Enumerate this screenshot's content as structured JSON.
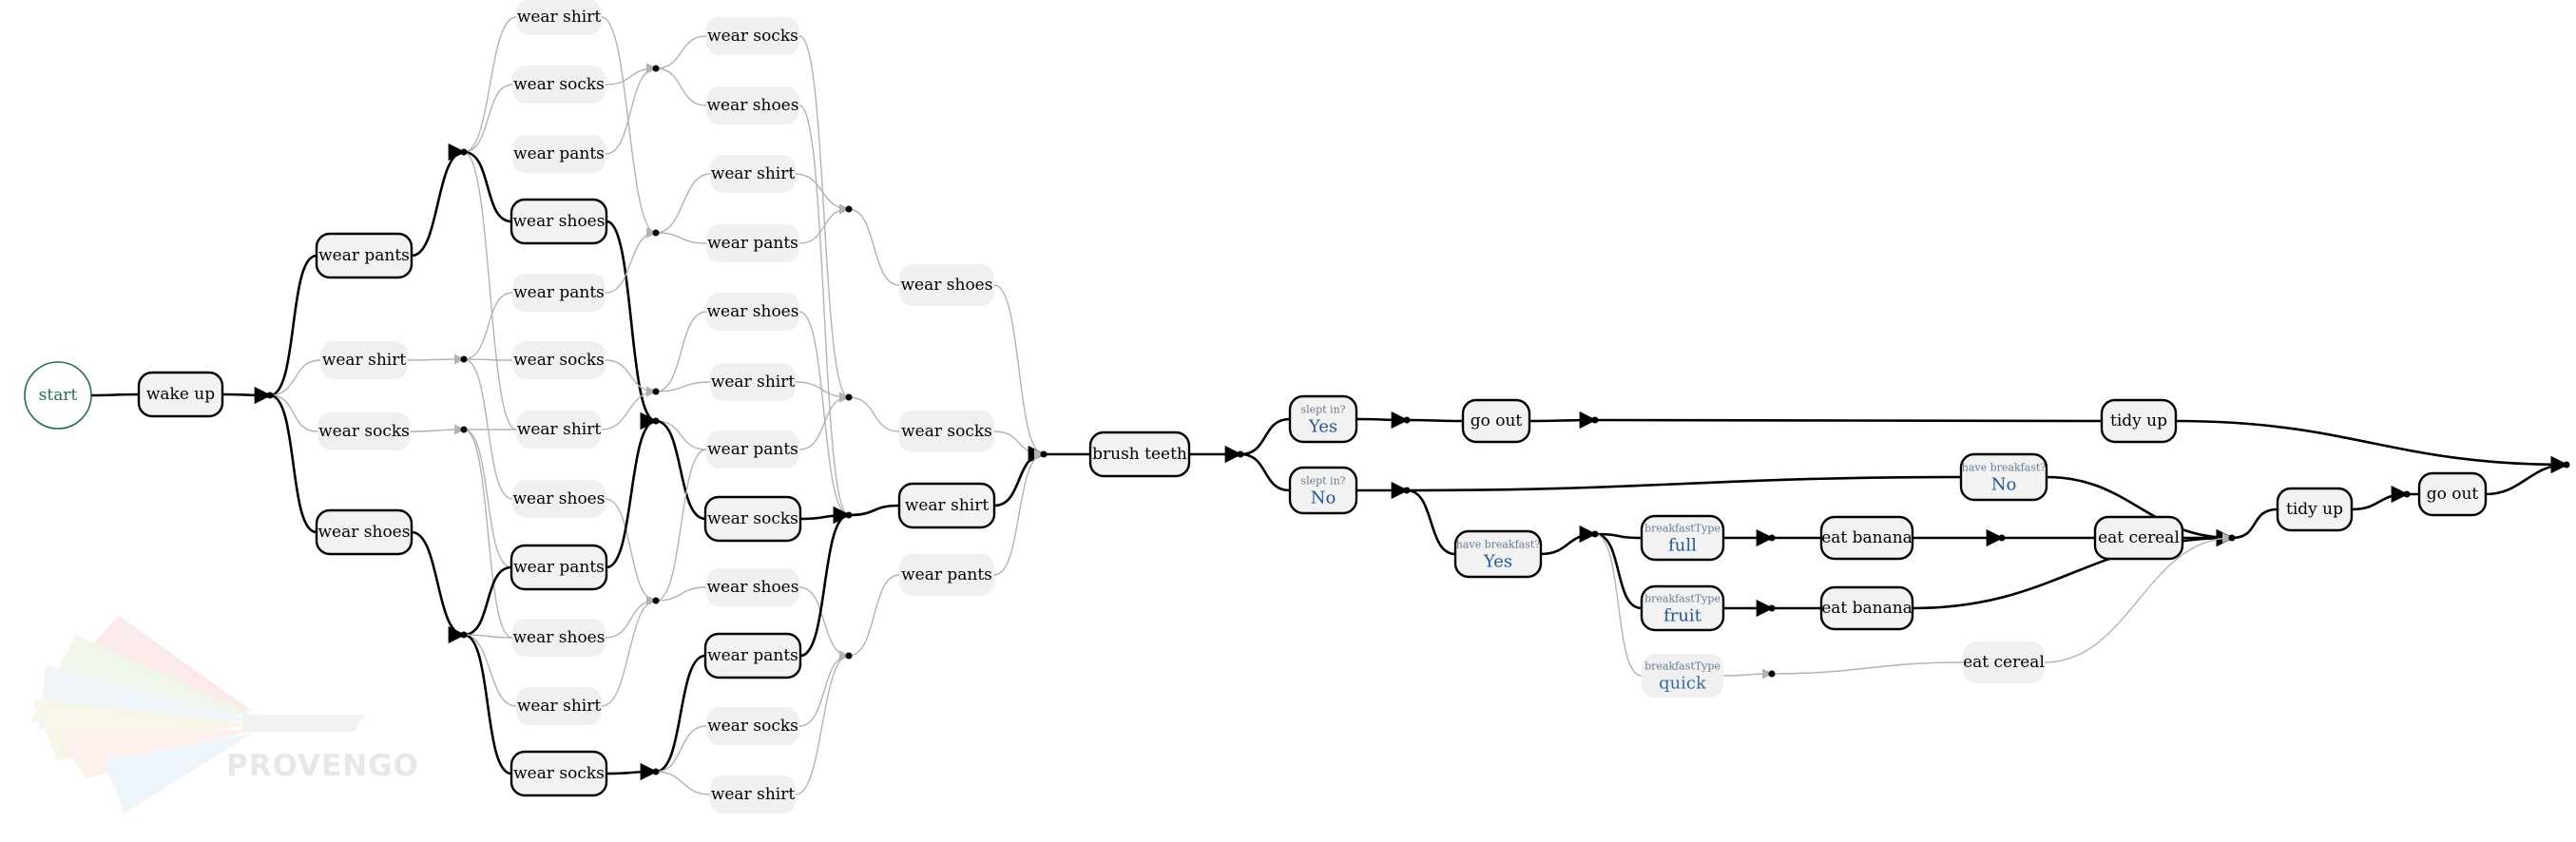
{
  "logo": {
    "text": "PROVENGO"
  },
  "start_label": "start",
  "colors": {
    "active_stroke": "#000000",
    "inactive_edge": "#b3b3b3",
    "node_fill": "#f2f2f2",
    "start_stroke": "#2b6e4a",
    "decision_value": "#27578e",
    "decision_question": "#6b7a8c"
  },
  "nodes": [
    {
      "id": "wakeup",
      "label": "wake up",
      "active": true
    },
    {
      "id": "pants1",
      "label": "wear pants",
      "active": true
    },
    {
      "id": "shirt1",
      "label": "wear shirt",
      "active": false
    },
    {
      "id": "socks1",
      "label": "wear socks",
      "active": false
    },
    {
      "id": "shoes1",
      "label": "wear shoes",
      "active": true
    },
    {
      "id": "c2_shirt_a",
      "label": "wear shirt",
      "active": false
    },
    {
      "id": "c2_socks_a",
      "label": "wear socks",
      "active": false
    },
    {
      "id": "c2_pants_a",
      "label": "wear pants",
      "active": false
    },
    {
      "id": "c2_shoes_a",
      "label": "wear shoes",
      "active": true
    },
    {
      "id": "c2_pants_b",
      "label": "wear pants",
      "active": false
    },
    {
      "id": "c2_socks_b",
      "label": "wear socks",
      "active": false
    },
    {
      "id": "c2_shirt_b",
      "label": "wear shirt",
      "active": false
    },
    {
      "id": "c2_shoes_b",
      "label": "wear shoes",
      "active": false
    },
    {
      "id": "c2_pants_c",
      "label": "wear pants",
      "active": true
    },
    {
      "id": "c2_shoes_c",
      "label": "wear shoes",
      "active": false
    },
    {
      "id": "c2_shirt_c",
      "label": "wear shirt",
      "active": false
    },
    {
      "id": "c2_socks_c",
      "label": "wear socks",
      "active": true
    },
    {
      "id": "c3_socks_a",
      "label": "wear socks",
      "active": false
    },
    {
      "id": "c3_shoes_a",
      "label": "wear shoes",
      "active": false
    },
    {
      "id": "c3_shirt_a",
      "label": "wear shirt",
      "active": false
    },
    {
      "id": "c3_pants_a",
      "label": "wear pants",
      "active": false
    },
    {
      "id": "c3_shoes_b",
      "label": "wear shoes",
      "active": false
    },
    {
      "id": "c3_shirt_b",
      "label": "wear shirt",
      "active": false
    },
    {
      "id": "c3_pants_b",
      "label": "wear pants",
      "active": false
    },
    {
      "id": "c3_socks_b",
      "label": "wear socks",
      "active": true
    },
    {
      "id": "c3_shoes_c",
      "label": "wear shoes",
      "active": false
    },
    {
      "id": "c3_pants_c",
      "label": "wear pants",
      "active": true
    },
    {
      "id": "c3_socks_c",
      "label": "wear socks",
      "active": false
    },
    {
      "id": "c3_shirt_c",
      "label": "wear shirt",
      "active": false
    },
    {
      "id": "c4_shoes",
      "label": "wear shoes",
      "active": false
    },
    {
      "id": "c4_socks",
      "label": "wear socks",
      "active": false
    },
    {
      "id": "c4_shirt",
      "label": "wear shirt",
      "active": true
    },
    {
      "id": "c4_pants",
      "label": "wear pants",
      "active": false
    },
    {
      "id": "brush",
      "label": "brush teeth",
      "active": true
    },
    {
      "id": "slept_yes",
      "question": "slept in?",
      "value": "Yes",
      "active": true,
      "kind": "decision"
    },
    {
      "id": "slept_no",
      "question": "slept in?",
      "value": "No",
      "active": true,
      "kind": "decision"
    },
    {
      "id": "goout1",
      "label": "go out",
      "active": true
    },
    {
      "id": "tidy1",
      "label": "tidy up",
      "active": true
    },
    {
      "id": "bf_no",
      "question": "have breakfast?",
      "value": "No",
      "active": true,
      "kind": "decision"
    },
    {
      "id": "bf_yes",
      "question": "have breakfast?",
      "value": "Yes",
      "active": true,
      "kind": "decision"
    },
    {
      "id": "bt_full",
      "question": "breakfastType",
      "value": "full",
      "active": true,
      "kind": "decision"
    },
    {
      "id": "bt_fruit",
      "question": "breakfastType",
      "value": "fruit",
      "active": true,
      "kind": "decision"
    },
    {
      "id": "bt_quick",
      "question": "breakfastType",
      "value": "quick",
      "active": false,
      "kind": "decision"
    },
    {
      "id": "banana1",
      "label": "eat banana",
      "active": true
    },
    {
      "id": "cereal1",
      "label": "eat cereal",
      "active": true
    },
    {
      "id": "banana2",
      "label": "eat banana",
      "active": true
    },
    {
      "id": "cereal2",
      "label": "eat cereal",
      "active": false
    },
    {
      "id": "tidy2",
      "label": "tidy up",
      "active": true
    },
    {
      "id": "goout2",
      "label": "go out",
      "active": true
    }
  ]
}
